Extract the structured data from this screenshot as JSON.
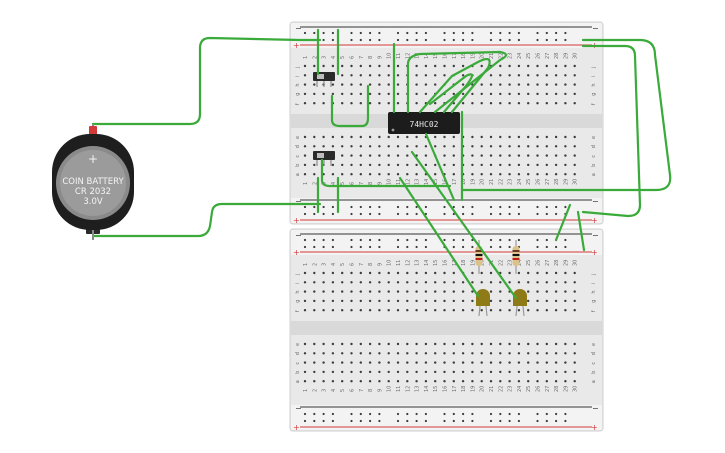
{
  "diagram": {
    "battery": {
      "lines": [
        "COIN BATTERY",
        "CR 2032",
        "3.0V"
      ],
      "plus_symbol": "+",
      "colors": {
        "case": "#1e1e1e",
        "cell": "#9b9b9b",
        "cell_dark": "#8a8a8a",
        "text": "#f4f4f4"
      }
    },
    "ic_chip": {
      "label": "74HC02",
      "colors": {
        "body": "#1c1c1c",
        "text": "#e8e8e8"
      }
    },
    "breadboard": {
      "column_numbers": [
        "1",
        "2",
        "3",
        "4",
        "5",
        "6",
        "7",
        "8",
        "9",
        "10",
        "11",
        "12",
        "13",
        "14",
        "15",
        "16",
        "17",
        "18",
        "19",
        "20",
        "21",
        "22",
        "23",
        "24",
        "25",
        "26",
        "27",
        "28",
        "29",
        "30"
      ],
      "row_letters_top": [
        "j",
        "i",
        "h",
        "g",
        "f"
      ],
      "row_letters_bottom": [
        "e",
        "d",
        "c",
        "b",
        "a"
      ],
      "rail_plus": "+",
      "rail_minus": "−",
      "colors": {
        "board": "#e9e9e9",
        "rail_red": "#d23a3a",
        "rail_black": "#333333",
        "hole": "#3c3c3c"
      }
    },
    "components": {
      "slide_switches": 2,
      "resistors": 2,
      "leds": 2,
      "led_color": "#8f7a18",
      "resistor_color": "#d9c38a"
    },
    "wire_color": "#3aaa3a"
  }
}
